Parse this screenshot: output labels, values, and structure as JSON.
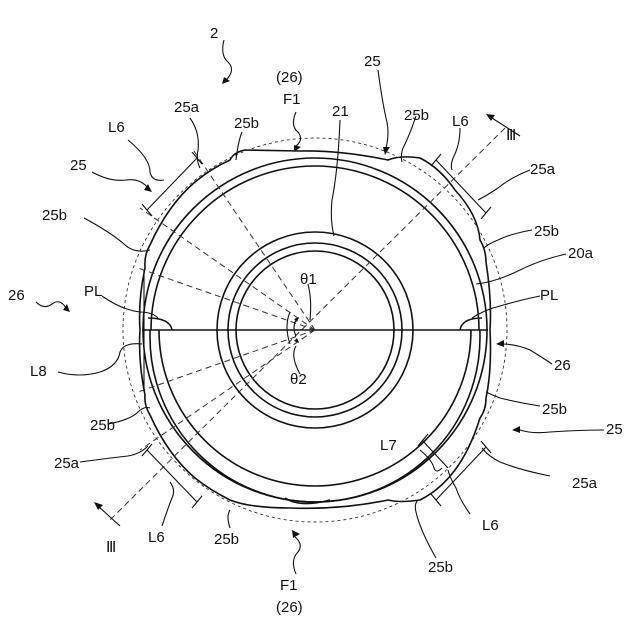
{
  "figure": {
    "labels": {
      "assembly": "2",
      "part_25_top": "25",
      "part_25_left": "25",
      "part_25_right": "25",
      "part_26_left": "26",
      "part_26_right": "26",
      "part_26_top": "(26)",
      "part_26_bottom": "(26)",
      "f1_top": "F1",
      "f1_bottom": "F1",
      "part_21": "21",
      "part_20a": "20a",
      "pl_left": "PL",
      "pl_right": "PL",
      "theta1": "θ1",
      "theta2": "θ2",
      "l6_top_left": "L6",
      "l6_top_right": "L6",
      "l6_bottom_left": "L6",
      "l6_bottom_right": "L6",
      "l7": "L7",
      "l8": "L8",
      "a25_top": "25a",
      "a25_right": "25a",
      "a25_left_lower": "25a",
      "a25_bottom_right": "25a",
      "b25_top": "25b",
      "b25_top_right": "25b",
      "b25_left_upper": "25b",
      "b25_right_upper": "25b",
      "b25_left_lower": "25b",
      "b25_right_lower": "25b",
      "b25_bottom": "25b",
      "b25_bottom_right": "25b",
      "section_top": "Ⅲ",
      "section_bottom": "Ⅲ"
    }
  }
}
